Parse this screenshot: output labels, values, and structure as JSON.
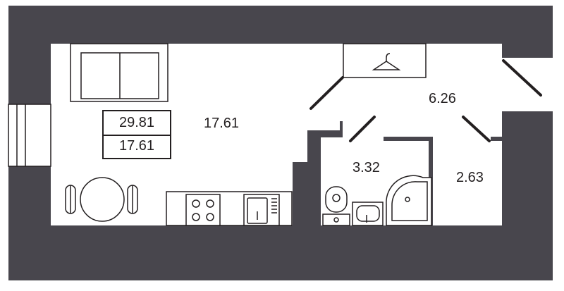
{
  "colors": {
    "wall": "#48464d",
    "line": "#231f20",
    "floor": "#ffffff"
  },
  "plan": {
    "area_box": {
      "total": "29.81",
      "living": "17.61"
    },
    "rooms": {
      "living": "17.61",
      "hallway": "6.26",
      "bathroom": "3.32",
      "storage": "2.63"
    }
  },
  "icons": {
    "sofa": "sofa-icon",
    "dining_table": "dining-table-icon",
    "stove": "stove-icon",
    "kitchen_sink": "kitchen-sink-icon",
    "wardrobe": "wardrobe-hanger-icon",
    "toilet": "toilet-icon",
    "washbasin": "washbasin-icon",
    "shower": "shower-icon",
    "window": "window-icon"
  }
}
